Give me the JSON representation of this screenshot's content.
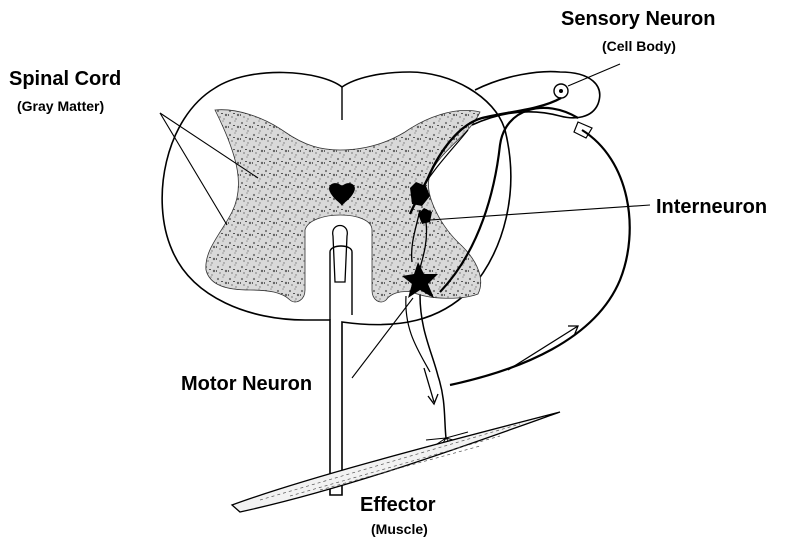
{
  "labels": {
    "sensory_neuron": "Sensory Neuron",
    "cell_body": "(Cell Body)",
    "spinal_cord": "Spinal Cord",
    "gray_matter": "(Gray Matter)",
    "interneuron": "Interneuron",
    "motor_neuron": "Motor Neuron",
    "effector": "Effector",
    "muscle": "(Muscle)"
  },
  "colors": {
    "ink": "#000000",
    "gray_matter_fill": "#d9d9d9",
    "gray_matter_speckle": "#7a7a7a",
    "background": "#ffffff"
  }
}
